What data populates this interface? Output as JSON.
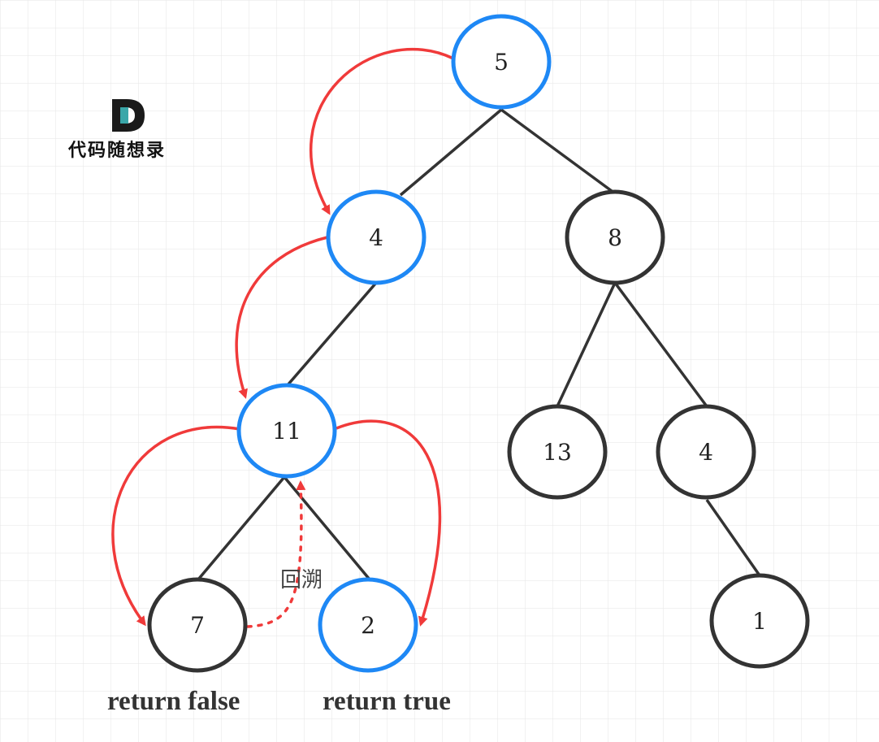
{
  "logo": {
    "text": "代码随想录"
  },
  "tree": {
    "nodes": [
      {
        "id": "n5",
        "label": "5",
        "highlight": true
      },
      {
        "id": "n4a",
        "label": "4",
        "highlight": true
      },
      {
        "id": "n8",
        "label": "8",
        "highlight": false
      },
      {
        "id": "n11",
        "label": "11",
        "highlight": true
      },
      {
        "id": "n13",
        "label": "13",
        "highlight": false
      },
      {
        "id": "n4b",
        "label": "4",
        "highlight": false
      },
      {
        "id": "n7",
        "label": "7",
        "highlight": false
      },
      {
        "id": "n2",
        "label": "2",
        "highlight": true
      },
      {
        "id": "n1",
        "label": "1",
        "highlight": false
      }
    ],
    "edges": [
      [
        "n5",
        "n4a"
      ],
      [
        "n5",
        "n8"
      ],
      [
        "n4a",
        "n11"
      ],
      [
        "n8",
        "n13"
      ],
      [
        "n8",
        "n4b"
      ],
      [
        "n11",
        "n7"
      ],
      [
        "n11",
        "n2"
      ],
      [
        "n4b",
        "n1"
      ]
    ]
  },
  "annotations": {
    "backtrack": "回溯",
    "return_false": "return false",
    "return_true": "return true"
  },
  "colors": {
    "highlight_stroke": "#1e88f5",
    "normal_stroke": "#333333",
    "arrow": "#f03a3a",
    "grid": "#e6e6e6",
    "logo_teal": "#3aa7a9",
    "logo_dark": "#1a1a1a"
  }
}
